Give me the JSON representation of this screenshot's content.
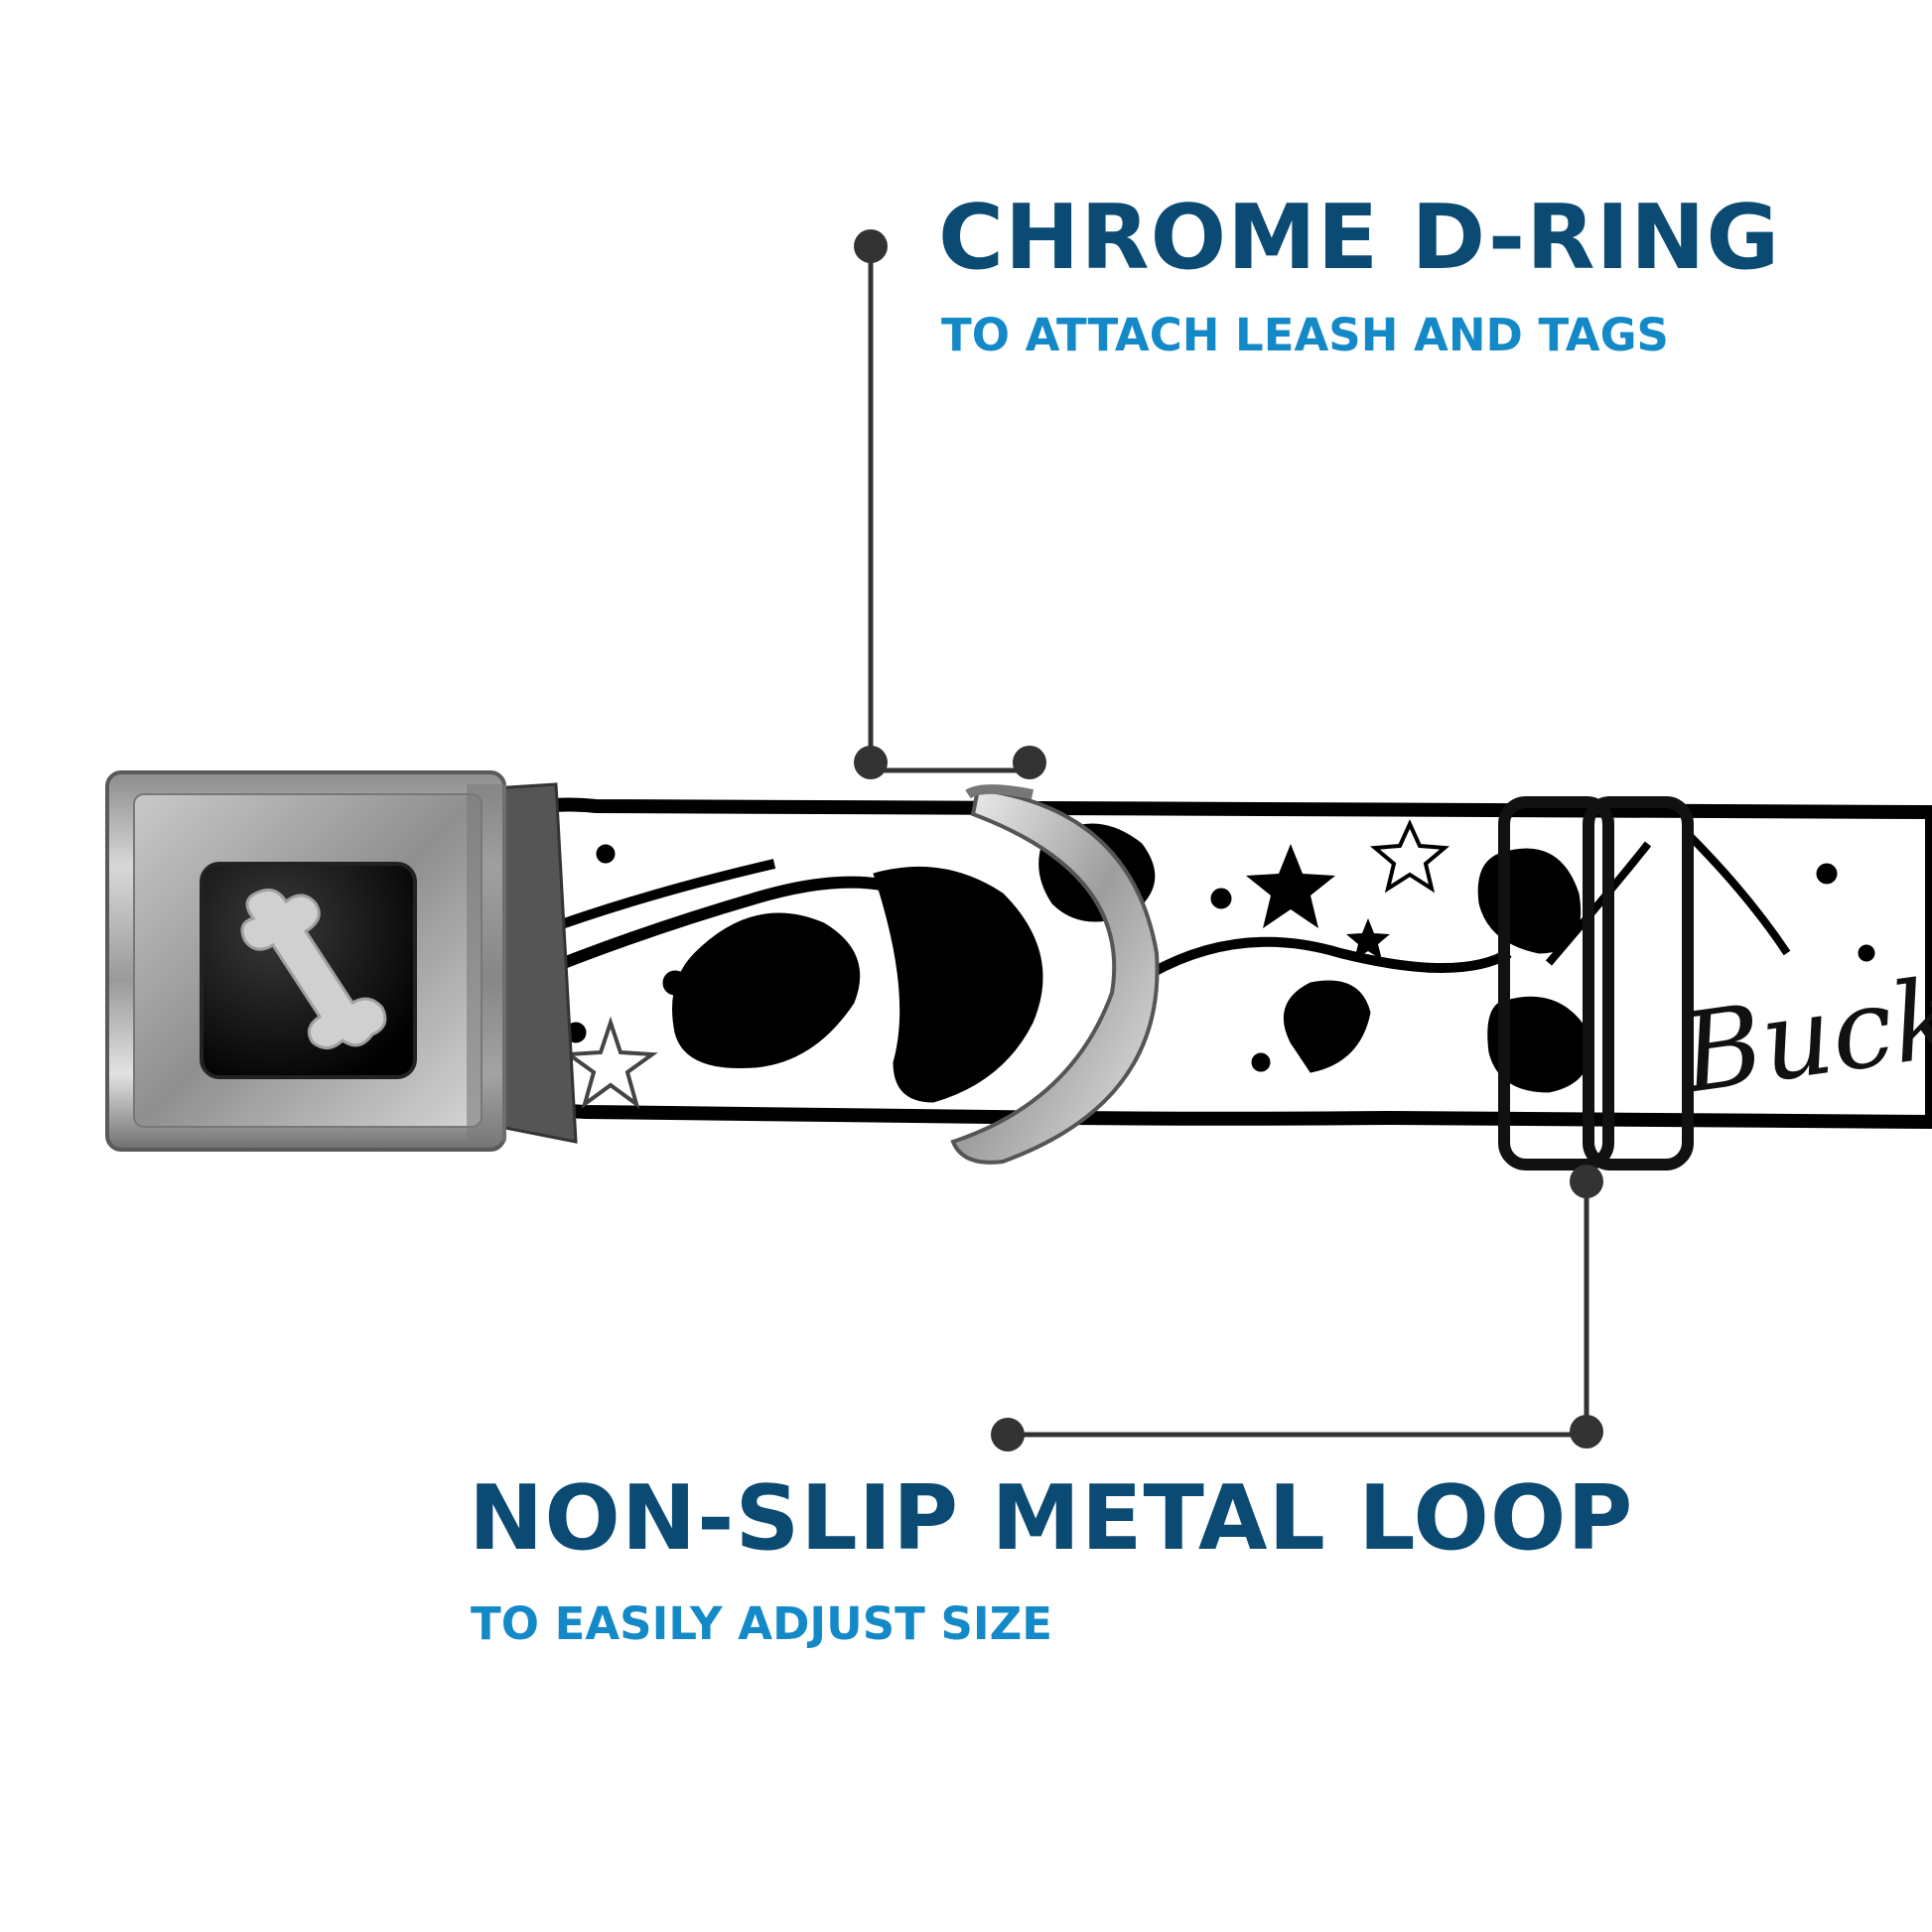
{
  "callouts": {
    "d_ring": {
      "title": "CHROME D-RING",
      "subtitle": "TO ATTACH LEASH AND TAGS"
    },
    "metal_loop": {
      "title": "NON-SLIP METAL LOOP",
      "subtitle": "TO EASILY ADJUST SIZE"
    }
  },
  "colors": {
    "title": "#0b4a73",
    "subtitle": "#1489c8",
    "leader_line": "#333333",
    "collar_print": "#000000",
    "collar_base": "#ffffff",
    "buckle_chrome": "#9a9a9a",
    "bone_logo": "#d0d0d0"
  },
  "collar": {
    "print_text": "BuckLe",
    "icons": [
      "bone-logo-icon",
      "star-icon",
      "heart-icon"
    ]
  }
}
